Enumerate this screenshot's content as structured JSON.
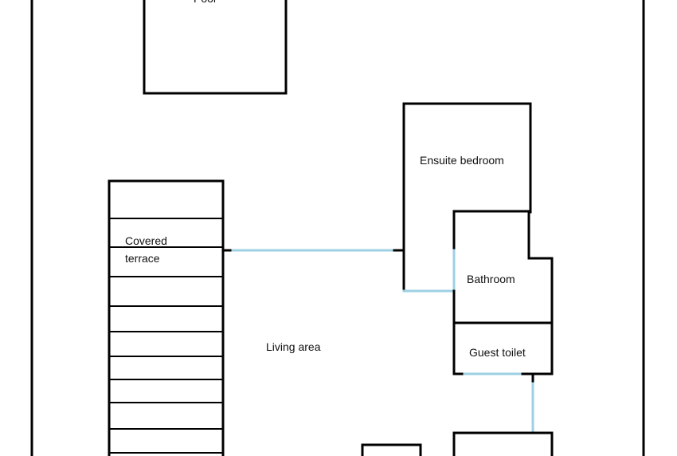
{
  "floor_plan": {
    "colors": {
      "wall": "#000000",
      "opening": "#9dd0e3",
      "background": "#ffffff"
    },
    "rooms": {
      "pool": "Pool",
      "covered_terrace_line1": "Covered",
      "covered_terrace_line2": "terrace",
      "living_area": "Living area",
      "ensuite_bedroom": "Ensuite bedroom",
      "bathroom": "Bathroom",
      "guest_toilet": "Guest toilet"
    }
  }
}
